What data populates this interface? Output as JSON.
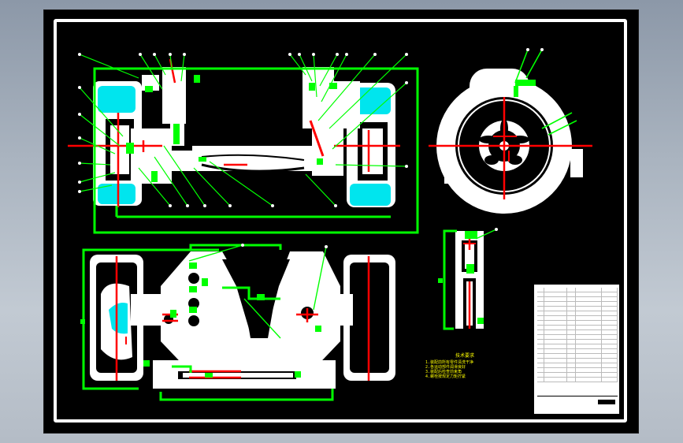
{
  "screen": {
    "description_type": "CAD drawing viewer",
    "background": "#000000",
    "colors": {
      "outline": "#ffffff",
      "leader": "#00ff00",
      "centerline": "#ff0000",
      "highlight": "#00ffff",
      "note_text": "#ffff00"
    }
  },
  "notes": {
    "header": "技术要求",
    "lines": [
      "1.装配前所有零件清洗干净",
      "2.各运动部件润滑良好",
      "3.装配后检查前束角",
      "4.螺栓按规定力矩拧紧"
    ]
  },
  "title_block": {
    "rows": 20
  }
}
